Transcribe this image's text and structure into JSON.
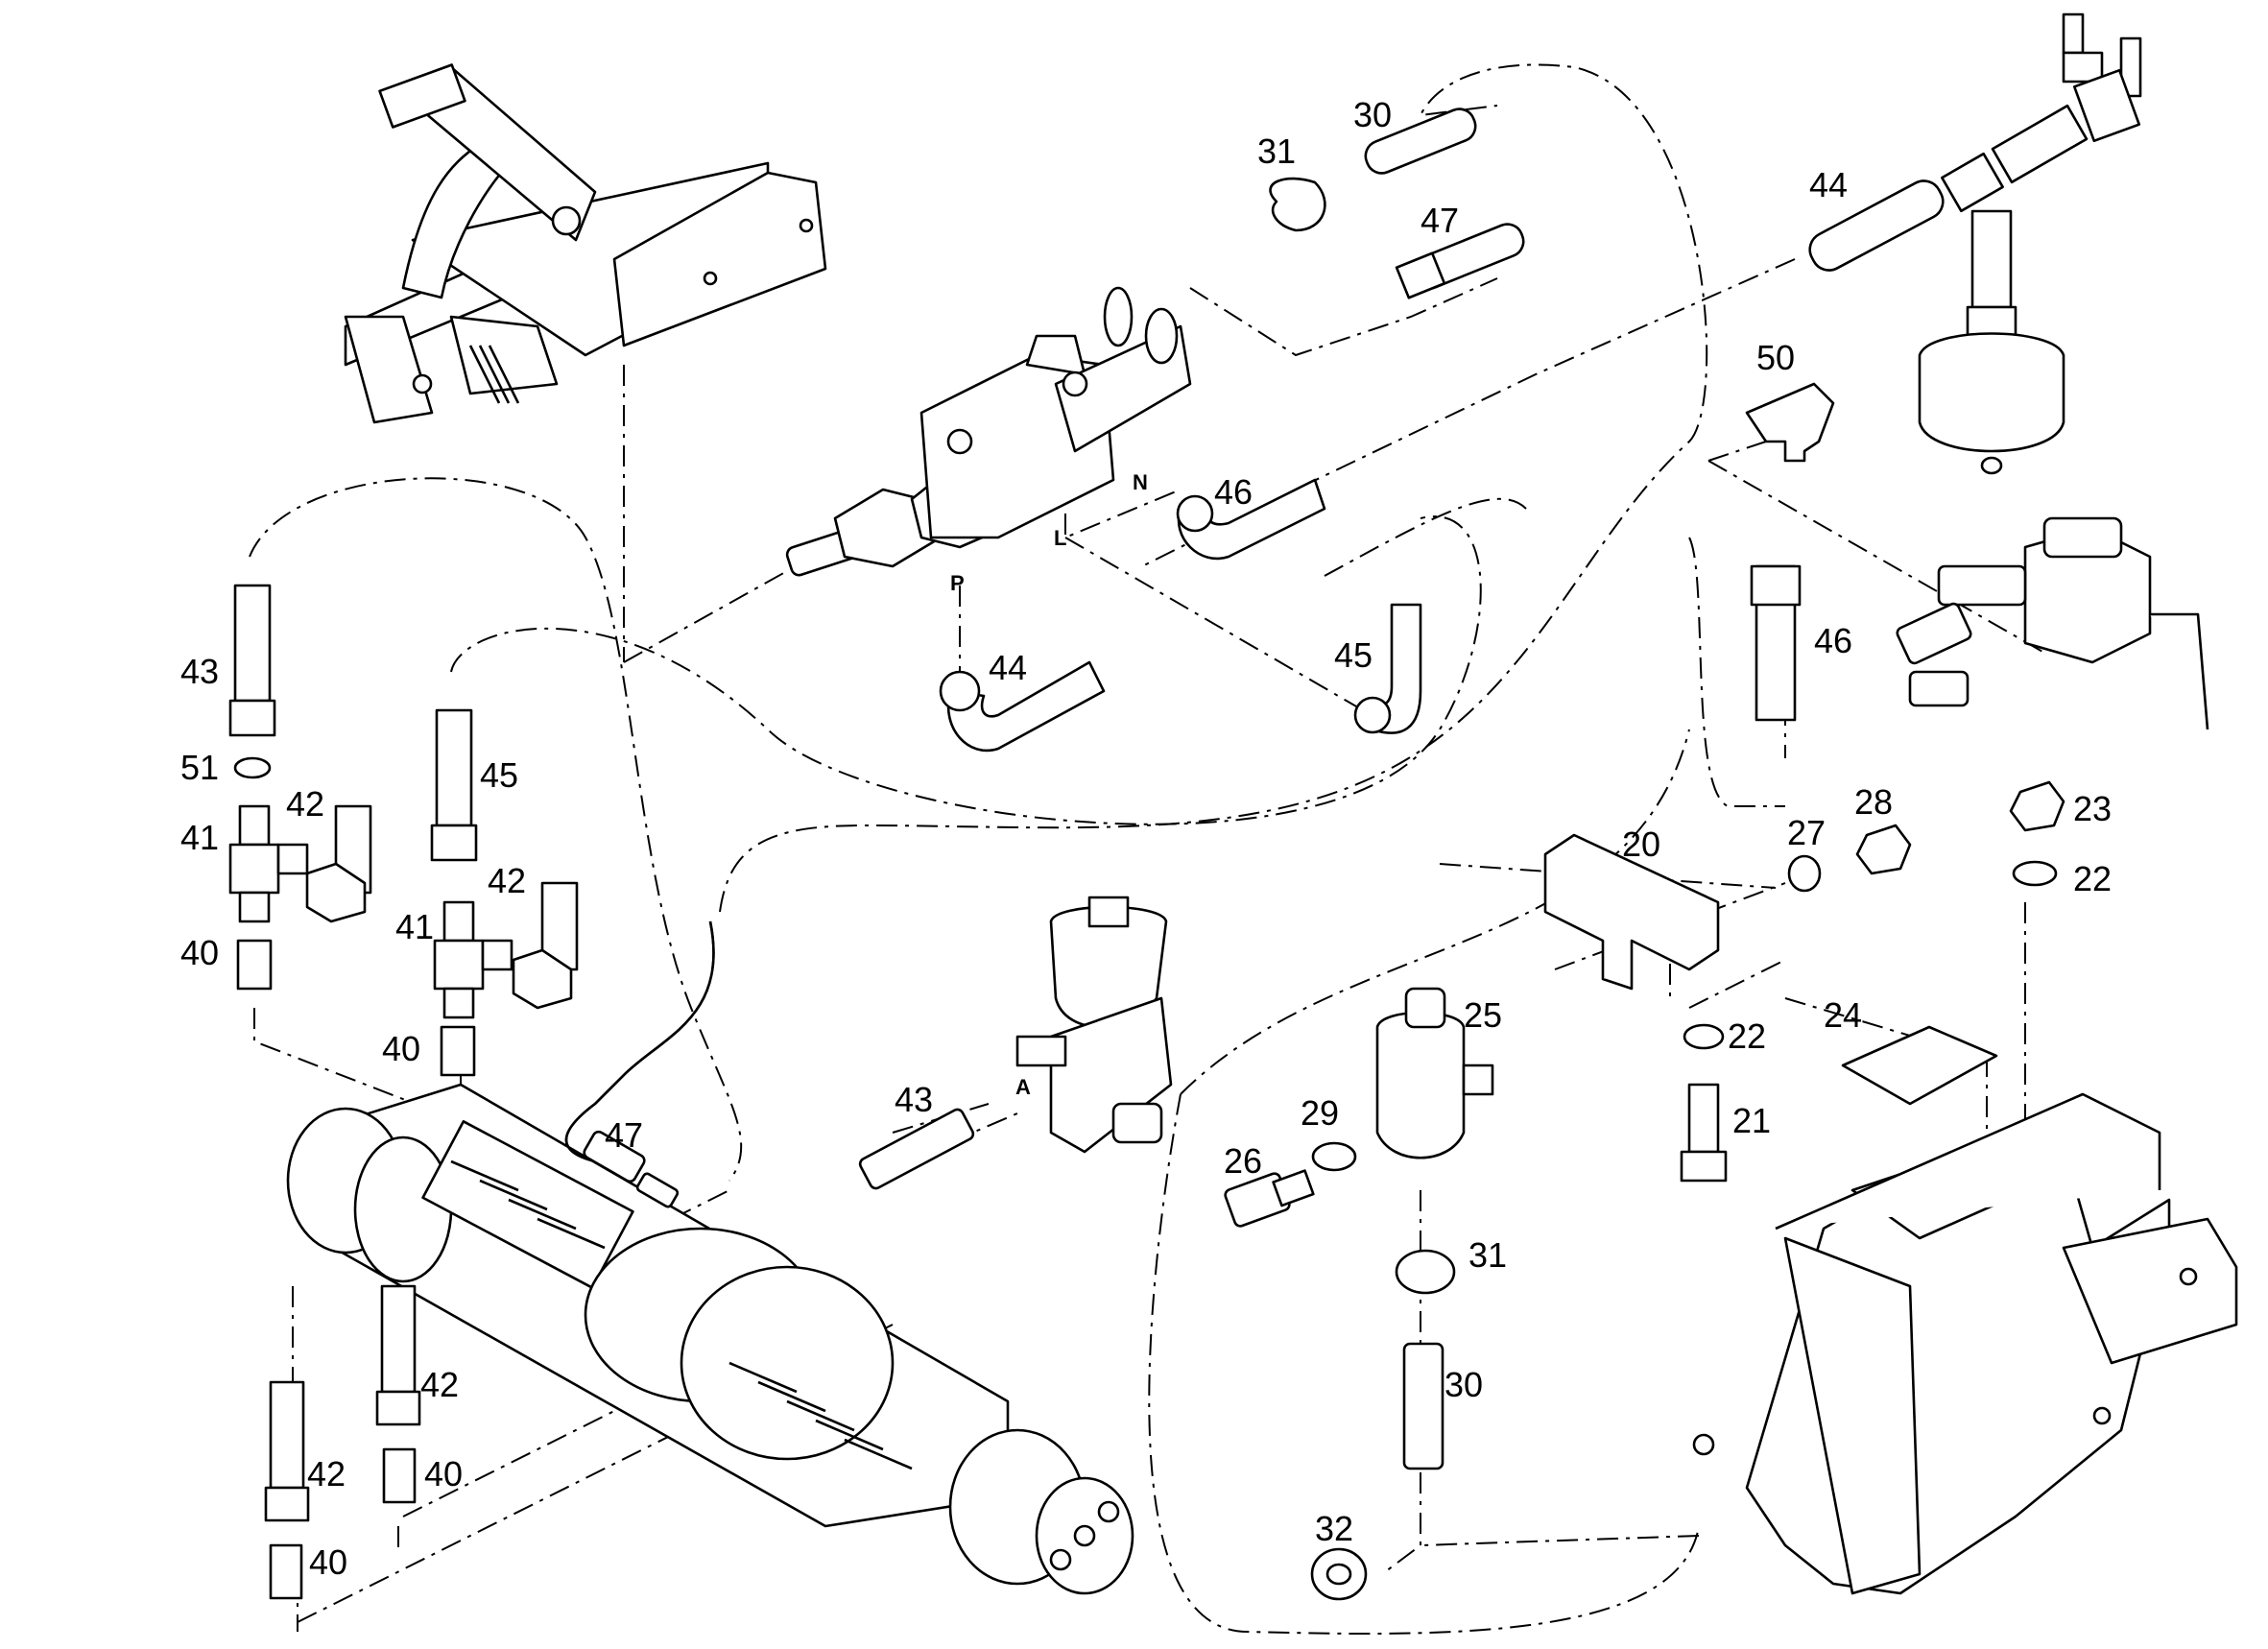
{
  "callouts": {
    "c20": "20",
    "c21": "21",
    "c22a": "22",
    "c22b": "22",
    "c23": "23",
    "c24": "24",
    "c25": "25",
    "c26": "26",
    "c27": "27",
    "c28": "28",
    "c29": "29",
    "c30a": "30",
    "c30b": "30",
    "c31a": "31",
    "c31b": "31",
    "c32": "32",
    "c40a": "40",
    "c40b": "40",
    "c40c": "40",
    "c40d": "40",
    "c41a": "41",
    "c41b": "41",
    "c42a": "42",
    "c42b": "42",
    "c42c": "42",
    "c42d": "42",
    "c43a": "43",
    "c43b": "43",
    "c44a": "44",
    "c44b": "44",
    "c45a": "45",
    "c45b": "45",
    "c46a": "46",
    "c46b": "46",
    "c47a": "47",
    "c47b": "47",
    "c50": "50",
    "c51": "51"
  },
  "ports": {
    "p": "P",
    "l": "L",
    "n": "N",
    "a": "A"
  }
}
